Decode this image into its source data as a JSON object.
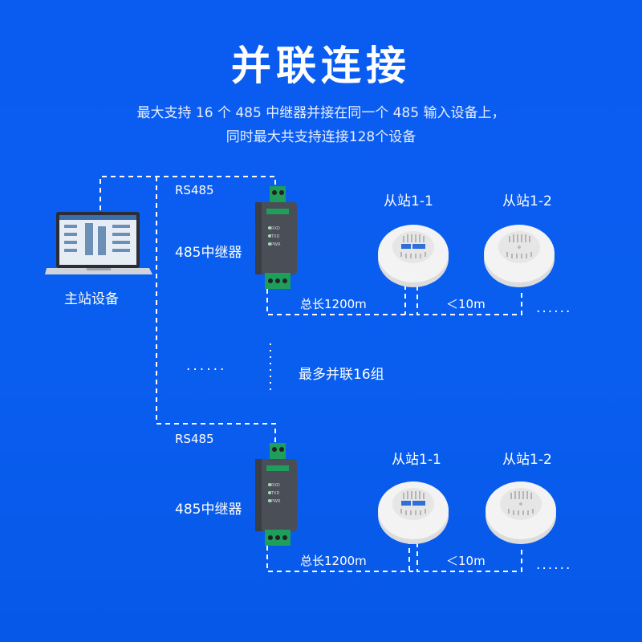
{
  "title": "并联连接",
  "subtitle_line1": "最大支持 16 个 485 中继器并接在同一个 485 输入设备上，",
  "subtitle_line2": "同时最大共支持连接128个设备",
  "master": {
    "label": "主站设备"
  },
  "groups": [
    {
      "bus_label": "RS485",
      "repeater_label": "485中继器",
      "repeater_leds": [
        "RXD",
        "TXD",
        "PWR"
      ],
      "slave1_label": "从站1-1",
      "slave2_label": "从站1-2",
      "total_length": "总长1200m",
      "spacing": "＜10m"
    },
    {
      "bus_label": "RS485",
      "repeater_label": "485中继器",
      "repeater_leds": [
        "RXD",
        "TXD",
        "PWR"
      ],
      "slave1_label": "从站1-1",
      "slave2_label": "从站1-2",
      "total_length": "总长1200m",
      "spacing": "＜10m"
    }
  ],
  "middle_ellipsis": "......",
  "middle_note": "最多并联16组",
  "colors": {
    "background": "#0a5cf0",
    "wire": "#ffffff",
    "repeater_body": "#4a4f57",
    "terminal": "#1e9e5a",
    "detector": "#f2f2f2"
  }
}
